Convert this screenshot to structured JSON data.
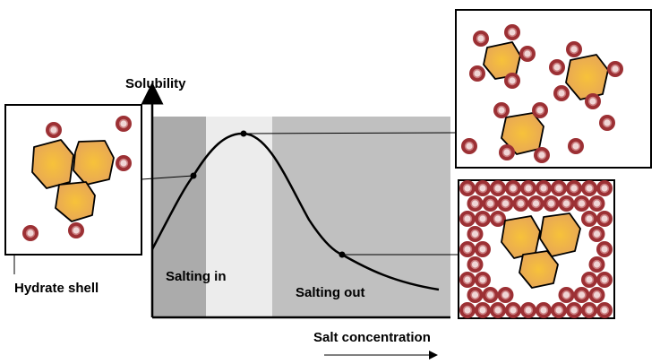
{
  "labels": {
    "y_axis": "Solubility",
    "x_axis": "Salt concentration",
    "salting_in": "Salting in",
    "salting_out": "Salting out",
    "hydrate_shell": "Hydrate shell"
  },
  "colors": {
    "plot_background": "#c0c0c0",
    "plot_left_band": "#a9a9a9",
    "plot_highlight": "#ececec",
    "protein_fill_center": "#f7c23a",
    "protein_fill_edge": "#e7a657",
    "ion_outer": "#9c3034",
    "ion_inner": "#f0d6d6",
    "ion_ring": "#c97a7c",
    "box_border": "#000000"
  },
  "components": {
    "protein": "protein-molecule",
    "ion": "salt-ion"
  }
}
